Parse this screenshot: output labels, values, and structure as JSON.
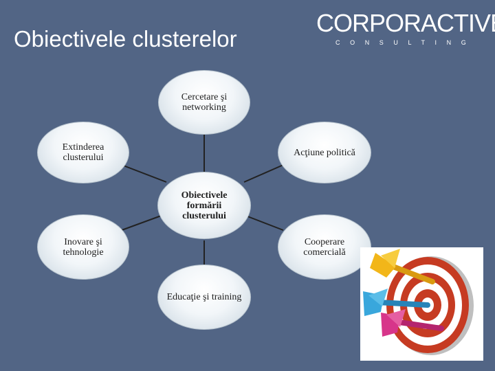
{
  "slide": {
    "title": "Obiectivele clusterelor"
  },
  "logo": {
    "name": "CORPORACTIVE",
    "tagline": "CONSULTING"
  },
  "diagram": {
    "center": "Obiectivele formării clusterului",
    "nodes": {
      "top": "Cercetare şi networking",
      "top_left": "Extinderea clusterului",
      "top_right": "Acţiune politică",
      "bottom_left": "Inovare şi tehnologie",
      "bottom_right": "Cooperare comercială",
      "bottom": "Educaţie şi training"
    }
  },
  "target_picture": {
    "icon": "dartboard-with-darts-icon",
    "dart_colors": [
      "#f2b619",
      "#39a7dc",
      "#d7358a"
    ],
    "ring_colors": [
      "#c63b22",
      "#ffffff"
    ]
  }
}
